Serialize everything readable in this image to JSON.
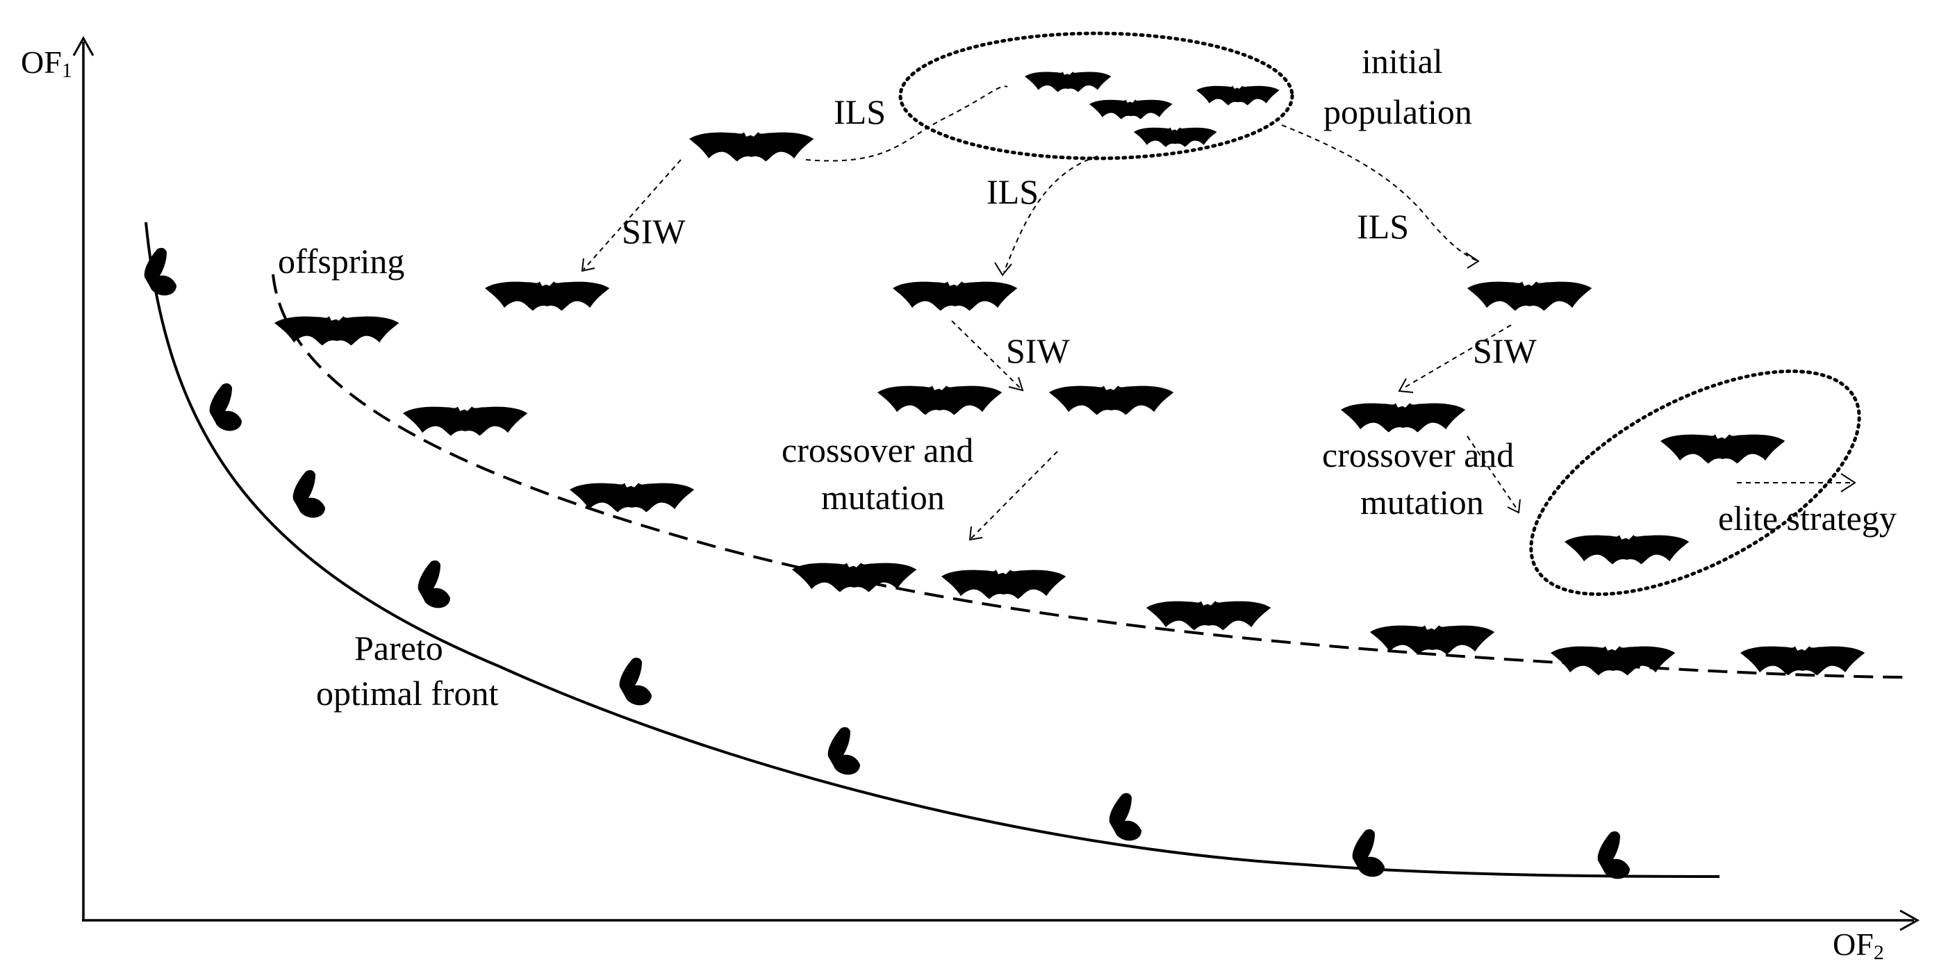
{
  "axes": {
    "y_label": {
      "base": "OF",
      "sub": "1"
    },
    "x_label": {
      "base": "OF",
      "sub": "2"
    }
  },
  "labels": {
    "initial_population_line1": "initial",
    "initial_population_line2": "population",
    "ils_1": "ILS",
    "ils_2": "ILS",
    "ils_3": "ILS",
    "siw_1": "SIW",
    "siw_2": "SIW",
    "siw_3": "SIW",
    "offspring": "offspring",
    "crossover_1_line1": "crossover and",
    "crossover_1_line2": "mutation",
    "crossover_2_line1": "crossover and",
    "crossover_2_line2": "mutation",
    "elite_strategy": "elite strategy",
    "pareto_line1": "Pareto",
    "pareto_line2": "optimal front"
  },
  "icons": {
    "population_member": "bat-icon",
    "pareto_solution": "butterfly-icon"
  },
  "colors": {
    "ink": "#000000",
    "background": "#ffffff"
  }
}
